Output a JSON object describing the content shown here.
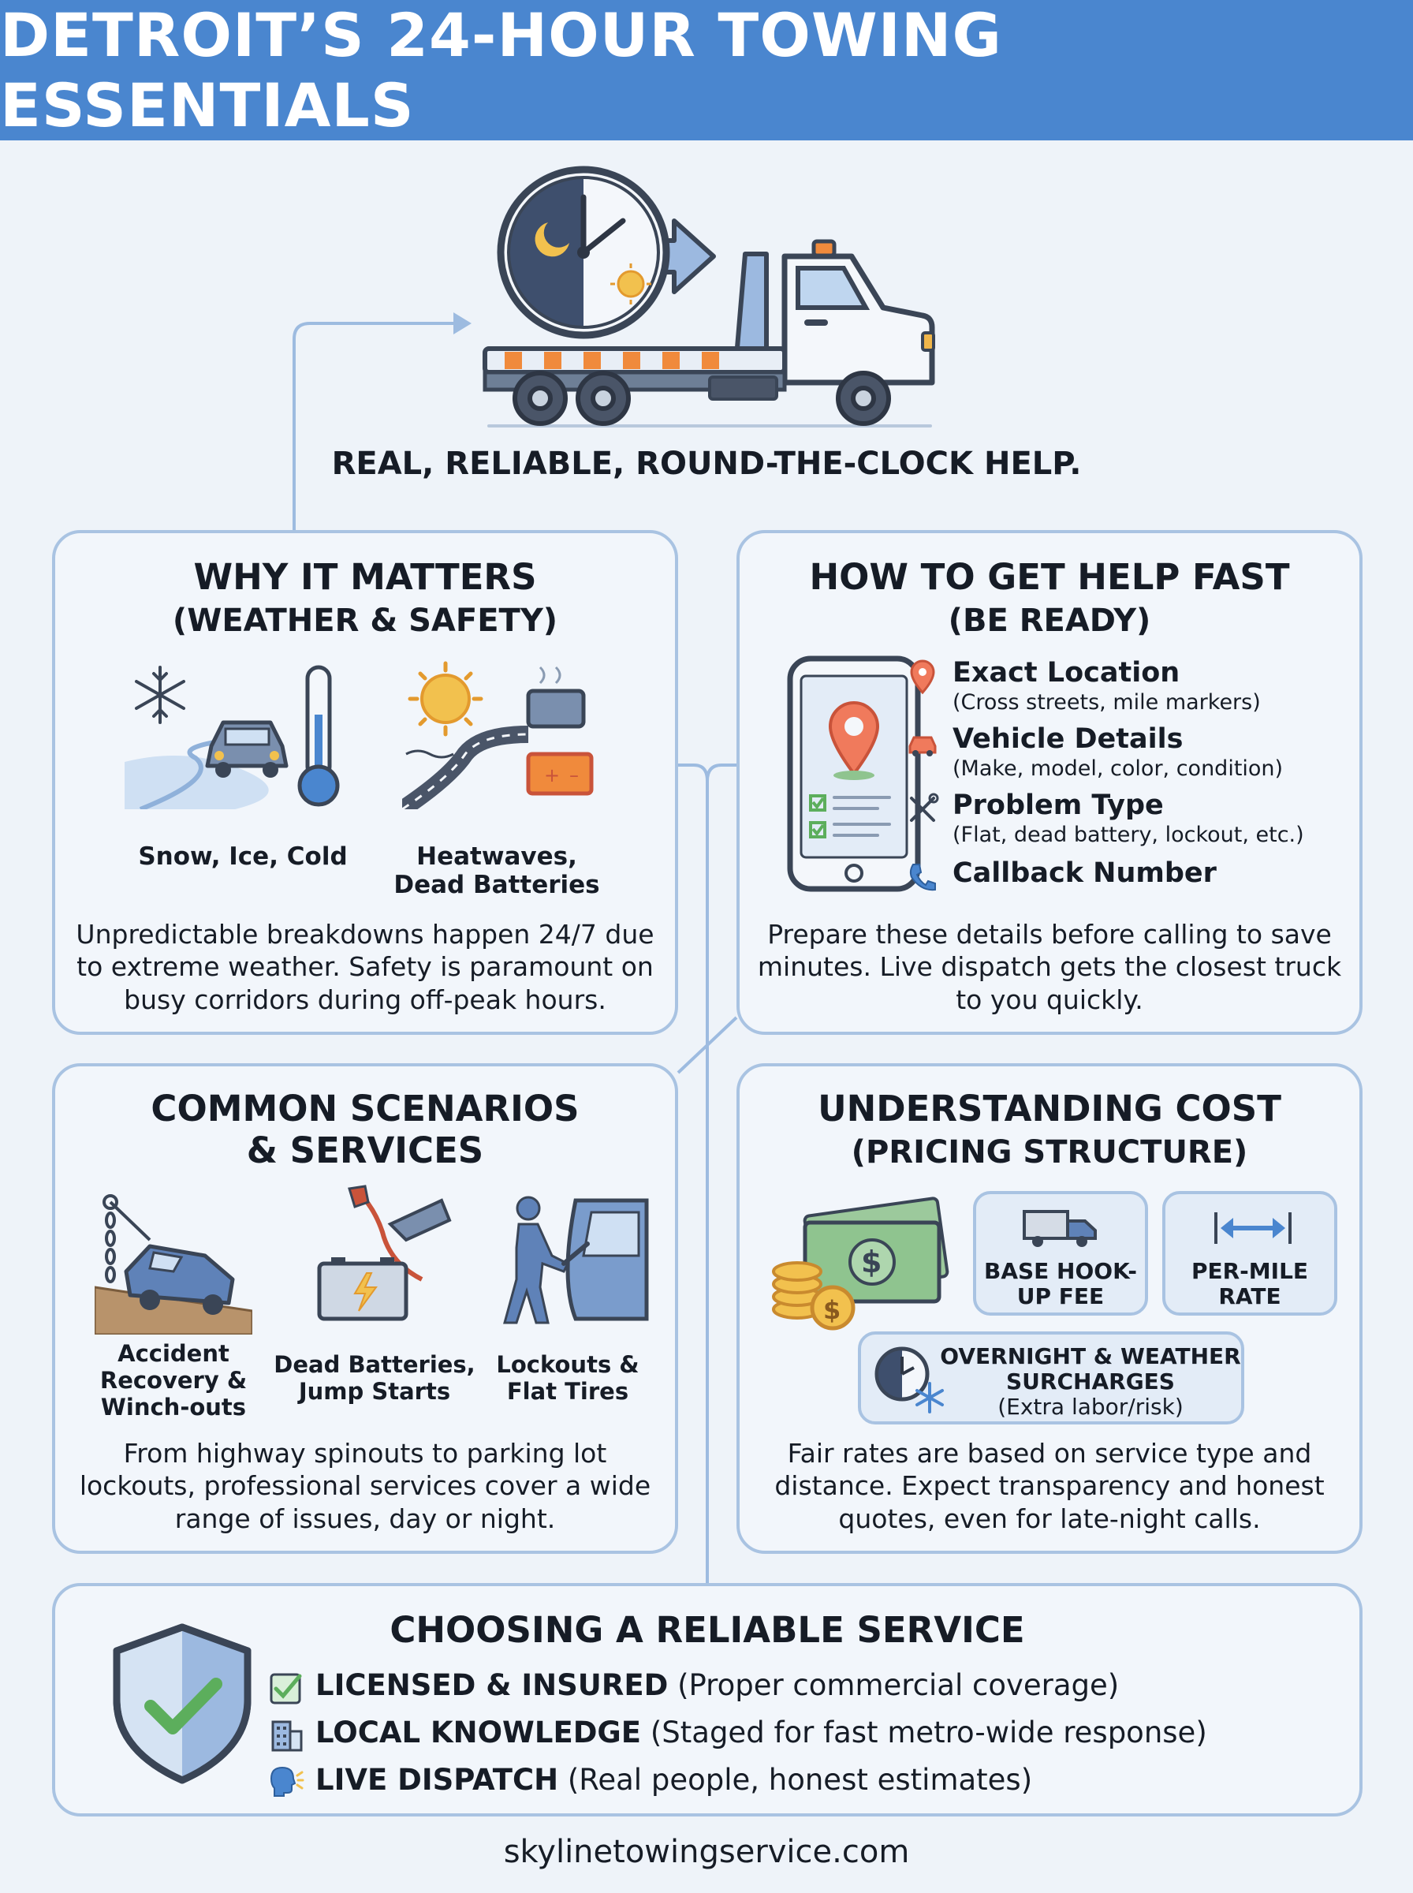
{
  "header": {
    "title": "DETROIT’S 24-HOUR TOWING ESSENTIALS"
  },
  "hero": {
    "tagline": "REAL, RELIABLE, ROUND-THE-CLOCK HELP."
  },
  "why": {
    "title_line1": "WHY IT MATTERS",
    "title_line2": "(WEATHER & SAFETY)",
    "cap_cold": "Snow, Ice, Cold",
    "cap_heat_line1": "Heatwaves,",
    "cap_heat_line2": "Dead Batteries",
    "desc_line1": "Unpredictable breakdowns happen 24/7 due",
    "desc_line2": "to extreme weather. Safety is paramount on",
    "desc_line3": "busy corridors during off-peak hours."
  },
  "how": {
    "title_line1": "HOW TO GET HELP FAST",
    "title_line2": "(BE READY)",
    "items": [
      {
        "title": "Exact Location",
        "sub": "(Cross streets, mile markers)",
        "icon": "location-pin-icon"
      },
      {
        "title": "Vehicle Details",
        "sub": "(Make, model, color, condition)",
        "icon": "car-icon"
      },
      {
        "title": "Problem Type",
        "sub": "(Flat, dead battery, lockout, etc.)",
        "icon": "tools-icon"
      },
      {
        "title": "Callback Number",
        "sub": "",
        "icon": "phone-icon"
      }
    ],
    "desc_line1": "Prepare these details before calling to save",
    "desc_line2": "minutes. Live dispatch gets the closest truck",
    "desc_line3": "to you quickly."
  },
  "common": {
    "title_line1": "COMMON SCENARIOS",
    "title_line2": "& SERVICES",
    "cap_accident_line1": "Accident",
    "cap_accident_line2": "Recovery &",
    "cap_accident_line3": "Winch-outs",
    "cap_battery_line1": "Dead Batteries,",
    "cap_battery_line2": "Jump Starts",
    "cap_lockout_line1": "Lockouts &",
    "cap_lockout_line2": "Flat Tires",
    "desc_line1": "From highway spinouts to parking lot",
    "desc_line2": "lockouts, professional services cover a wide",
    "desc_line3": "range of issues, day or night."
  },
  "cost": {
    "title_line1": "UNDERSTANDING COST",
    "title_line2": "(PRICING STRUCTURE)",
    "base_line1": "BASE HOOK-",
    "base_line2": "UP FEE",
    "mile_line1": "PER-MILE",
    "mile_line2": "RATE",
    "surcharge_line1": "OVERNIGHT & WEATHER",
    "surcharge_line2": "SURCHARGES",
    "surcharge_sub": "(Extra labor/risk)",
    "desc_line1": "Fair rates are based on service type and",
    "desc_line2": "distance. Expect transparency and honest",
    "desc_line3": "quotes, even for late-night calls."
  },
  "choose": {
    "title": "CHOOSING A RELIABLE SERVICE",
    "rows": [
      {
        "bold": "LICENSED & INSURED",
        "rest": " (Proper commercial coverage)",
        "icon": "checkbox-icon"
      },
      {
        "bold": "LOCAL KNOWLEDGE",
        "rest": " (Staged for fast metro-wide response)",
        "icon": "building-icon"
      },
      {
        "bold": "LIVE DISPATCH",
        "rest": " (Real people, honest estimates)",
        "icon": "speaking-head-icon"
      }
    ]
  },
  "footer": {
    "url": "skylinetowingservice.com"
  },
  "colors": {
    "header": "#4a86cf",
    "border": "#a9c3e2",
    "background": "#eef3f9",
    "accent_orange": "#f08a3c",
    "check_green": "#5cae5c"
  }
}
